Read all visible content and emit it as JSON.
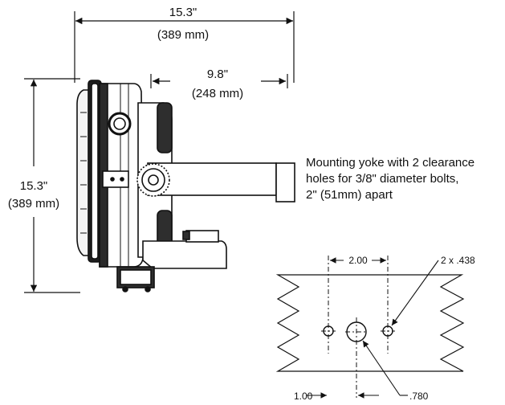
{
  "dimensions": {
    "overall_width": {
      "inches": "15.3\"",
      "mm": "(389 mm)"
    },
    "yoke_depth": {
      "inches": "9.8\"",
      "mm": "(248 mm)"
    },
    "overall_height": {
      "inches": "15.3\"",
      "mm": "(389 mm)"
    }
  },
  "yoke_note": {
    "line1": "Mounting yoke with 2 clearance",
    "line2": "holes for 3/8\" diameter bolts,",
    "line3": "2\" (51mm) apart"
  },
  "yoke_detail": {
    "hole_spacing": "2.00",
    "clearance_holes": "2 x .438",
    "offset": "1.00",
    "center_hole": ".780"
  }
}
